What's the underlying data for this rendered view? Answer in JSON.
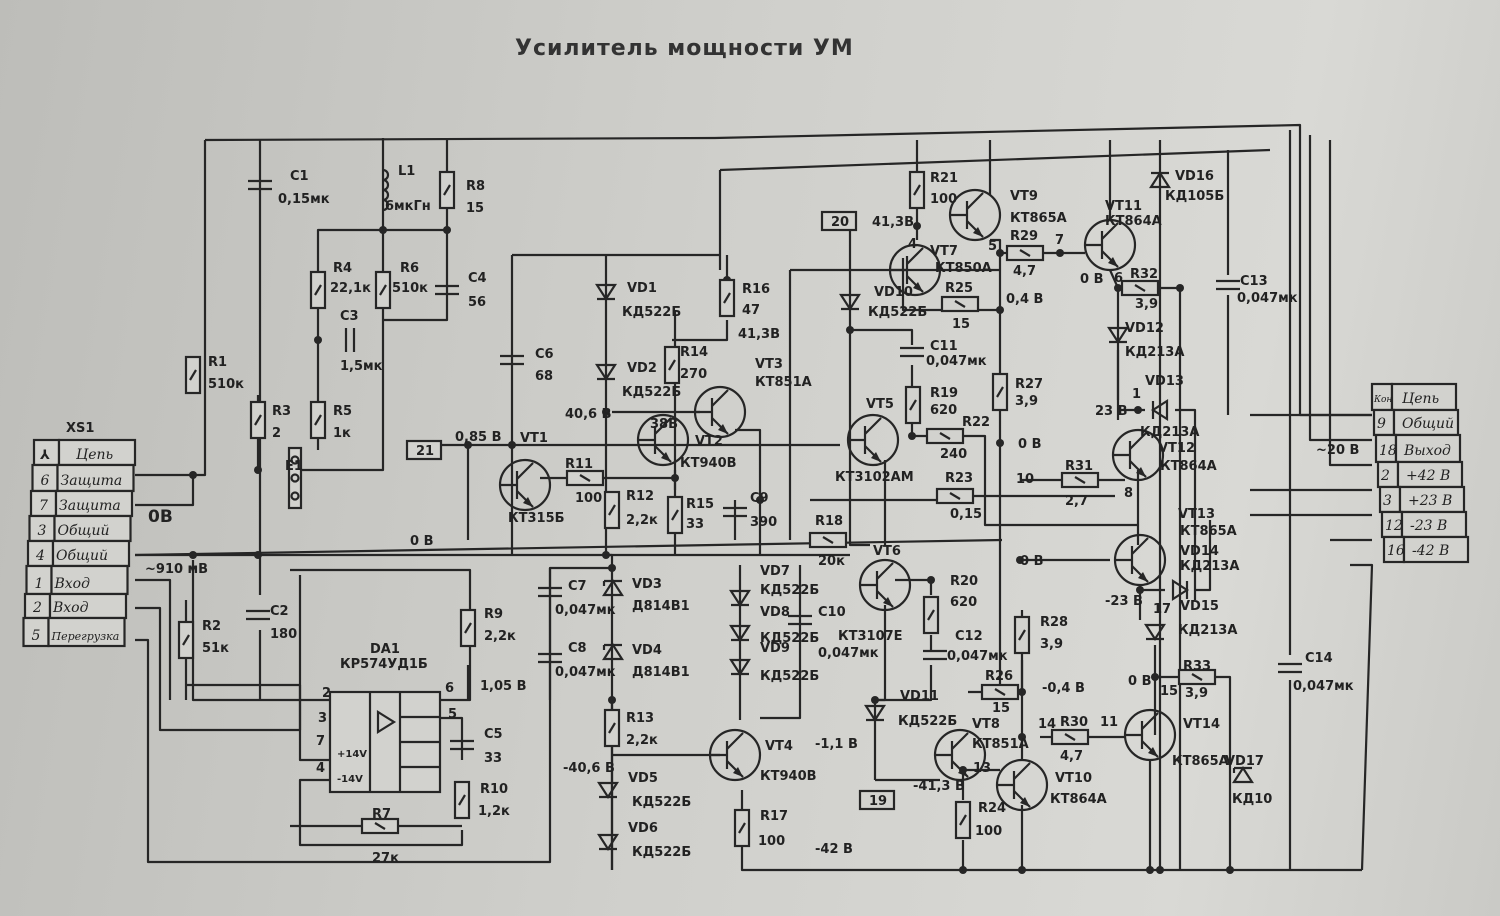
{
  "title": "Усилитель мощности   УМ",
  "connector_left": {
    "ref": "XS1",
    "header_pin": "⅄",
    "header_net": "Цепь",
    "rows": [
      {
        "pin": "6",
        "net": "Защита"
      },
      {
        "pin": "7",
        "net": "Защита"
      },
      {
        "pin": "3",
        "net": "Общий"
      },
      {
        "pin": "4",
        "net": "Общий"
      },
      {
        "pin": "1",
        "net": "Вход"
      },
      {
        "pin": "2",
        "net": "Вход"
      },
      {
        "pin": "5",
        "net": "Перегрузка"
      }
    ]
  },
  "connector_right": {
    "header_pin": "Кон",
    "header_net": "Цепь",
    "rows": [
      {
        "pin": "9",
        "net": "Общий"
      },
      {
        "pin": "18",
        "net": "Выход"
      },
      {
        "pin": "2",
        "net": "+42 В"
      },
      {
        "pin": "3",
        "net": "+23 В"
      },
      {
        "pin": "12",
        "net": "-23 В"
      },
      {
        "pin": "16",
        "net": "-42 В"
      }
    ]
  },
  "chip": {
    "ref": "DA1",
    "part": "КР574УД1Б",
    "pins": [
      "2",
      "3",
      "6",
      "7",
      "4",
      "5"
    ],
    "supply_pos": "+14V",
    "supply_neg": "-14V"
  },
  "components": [
    {
      "ref": "C1",
      "value": "0,15мк"
    },
    {
      "ref": "L1",
      "value": "6мкГн"
    },
    {
      "ref": "R8",
      "value": "15"
    },
    {
      "ref": "R4",
      "value": "22,1к"
    },
    {
      "ref": "R6",
      "value": "510к"
    },
    {
      "ref": "C4",
      "value": "56"
    },
    {
      "ref": "C3",
      "value": "1,5мк"
    },
    {
      "ref": "R1",
      "value": "510к"
    },
    {
      "ref": "R3",
      "value": "2"
    },
    {
      "ref": "R5",
      "value": "1к"
    },
    {
      "ref": "E1",
      "value": ""
    },
    {
      "ref": "R2",
      "value": "51к"
    },
    {
      "ref": "C2",
      "value": "180"
    },
    {
      "ref": "R9",
      "value": "2,2к"
    },
    {
      "ref": "C5",
      "value": "33"
    },
    {
      "ref": "R10",
      "value": "1,2к"
    },
    {
      "ref": "R7",
      "value": "27к"
    },
    {
      "ref": "C6",
      "value": "68"
    },
    {
      "ref": "VT1",
      "value": "КТ315Б"
    },
    {
      "ref": "R11",
      "value": "100"
    },
    {
      "ref": "VD1",
      "value": "КД522Б"
    },
    {
      "ref": "VD2",
      "value": "КД522Б"
    },
    {
      "ref": "R12",
      "value": "2,2к"
    },
    {
      "ref": "R14",
      "value": "270"
    },
    {
      "ref": "R16",
      "value": "47"
    },
    {
      "ref": "VT3",
      "value": "КТ851А"
    },
    {
      "ref": "VT2",
      "value": "КТ940В"
    },
    {
      "ref": "R15",
      "value": "33"
    },
    {
      "ref": "C9",
      "value": "390"
    },
    {
      "ref": "C7",
      "value": "0,047мк"
    },
    {
      "ref": "VD3",
      "value": "Д814В1"
    },
    {
      "ref": "C8",
      "value": "0,047мк"
    },
    {
      "ref": "VD4",
      "value": "Д814В1"
    },
    {
      "ref": "R13",
      "value": "2,2к"
    },
    {
      "ref": "VD5",
      "value": "КД522Б"
    },
    {
      "ref": "VD6",
      "value": "КД522Б"
    },
    {
      "ref": "VD7",
      "value": "КД522Б"
    },
    {
      "ref": "VD8",
      "value": "КД522Б"
    },
    {
      "ref": "VD9",
      "value": "КД522Б"
    },
    {
      "ref": "C10",
      "value": "0,047мк"
    },
    {
      "ref": "VT4",
      "value": "КТ940В"
    },
    {
      "ref": "R17",
      "value": "100"
    },
    {
      "ref": "R18",
      "value": "20к"
    },
    {
      "ref": "VD10",
      "value": "КД522Б"
    },
    {
      "ref": "VT5",
      "value": "КТ3102АМ"
    },
    {
      "ref": "C11",
      "value": "0,047мк"
    },
    {
      "ref": "R19",
      "value": "620"
    },
    {
      "ref": "R22",
      "value": "240"
    },
    {
      "ref": "R23",
      "value": "0,15"
    },
    {
      "ref": "VT6",
      "value": "КТ3107Е"
    },
    {
      "ref": "R20",
      "value": "620"
    },
    {
      "ref": "C12",
      "value": "0,047мк"
    },
    {
      "ref": "VD11",
      "value": "КД522Б"
    },
    {
      "ref": "VT8",
      "value": "КТ851А"
    },
    {
      "ref": "R26",
      "value": "15"
    },
    {
      "ref": "R24",
      "value": "100"
    },
    {
      "ref": "VT10",
      "value": "КТ864А"
    },
    {
      "ref": "R30",
      "value": "4,7"
    },
    {
      "ref": "VT14",
      "value": "КТ865А"
    },
    {
      "ref": "R33",
      "value": "3,9"
    },
    {
      "ref": "VD15",
      "value": "КД213А"
    },
    {
      "ref": "VD14",
      "value": "КД213А"
    },
    {
      "ref": "VT13",
      "value": "КТ865А"
    },
    {
      "ref": "VT12",
      "value": "КТ864А"
    },
    {
      "ref": "R31",
      "value": "2,7"
    },
    {
      "ref": "R28",
      "value": "3,9"
    },
    {
      "ref": "R27",
      "value": "3,9"
    },
    {
      "ref": "R25",
      "value": "15"
    },
    {
      "ref": "R29",
      "value": "4,7"
    },
    {
      "ref": "VT7",
      "value": "КТ850А"
    },
    {
      "ref": "VT9",
      "value": "КТ865А"
    },
    {
      "ref": "R21",
      "value": "100"
    },
    {
      "ref": "VT11",
      "value": "КТ864А"
    },
    {
      "ref": "R32",
      "value": "3,9"
    },
    {
      "ref": "VD12",
      "value": "КД213А"
    },
    {
      "ref": "VD13",
      "value": "КД213А"
    },
    {
      "ref": "VD16",
      "value": "КД105Б"
    },
    {
      "ref": "C13",
      "value": "0,047мк"
    },
    {
      "ref": "C14",
      "value": "0,047мк"
    },
    {
      "ref": "VD17",
      "value": "КД10"
    }
  ],
  "terminals": [
    "20",
    "21",
    "19"
  ],
  "voltages": [
    "0,85 В",
    "40,6 В",
    "38В",
    "41,3В",
    "0 В",
    "0В",
    "~910 мВ",
    "1,05 В",
    "-40,6 В",
    "-1,1 В",
    "-42 В",
    "41,3В",
    "0,4 В",
    "0 В",
    "23 В",
    "0 В",
    "-23 В",
    "0 В",
    "-0,4 В",
    "-41,3 В",
    "0 В",
    "~20 В"
  ],
  "nodes": [
    "4",
    "5",
    "7",
    "6",
    "1",
    "10",
    "8",
    "17",
    "15",
    "14",
    "11",
    "13"
  ]
}
